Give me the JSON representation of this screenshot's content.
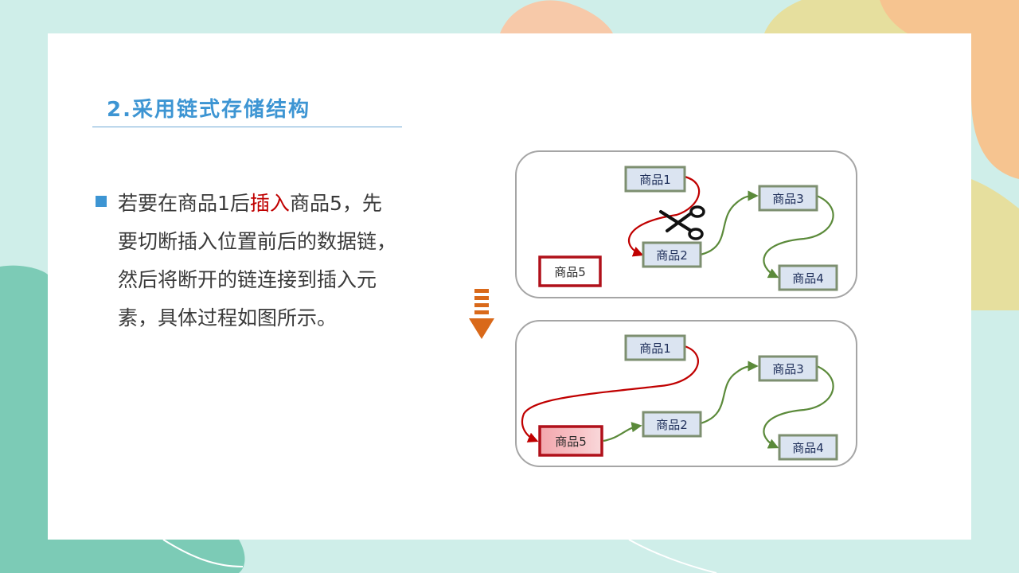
{
  "section": {
    "title": "2.采用链式存储结构"
  },
  "content": {
    "text_before": "若要在商品1后",
    "highlight": "插入",
    "text_after": "商品5，先要切断插入位置前后的数据链，然后将断开的链连接到插入元素，具体过程如图所示。"
  },
  "colors": {
    "accent": "#3d95d3",
    "highlight": "#c00000",
    "node_border": "#7d8f70",
    "node_fill": "#dbe4f1",
    "new_node_border": "#b0101a",
    "link_red": "#c00000",
    "link_green": "#5b8a3a",
    "down_arrow": "#d9691a"
  },
  "diagram": {
    "before": {
      "nodes": [
        "商品1",
        "商品2",
        "商品3",
        "商品4",
        "商品5"
      ]
    },
    "after": {
      "nodes": [
        "商品1",
        "商品5",
        "商品2",
        "商品3",
        "商品4"
      ]
    },
    "icons": [
      "scissors-icon",
      "down-arrow-icon"
    ]
  }
}
